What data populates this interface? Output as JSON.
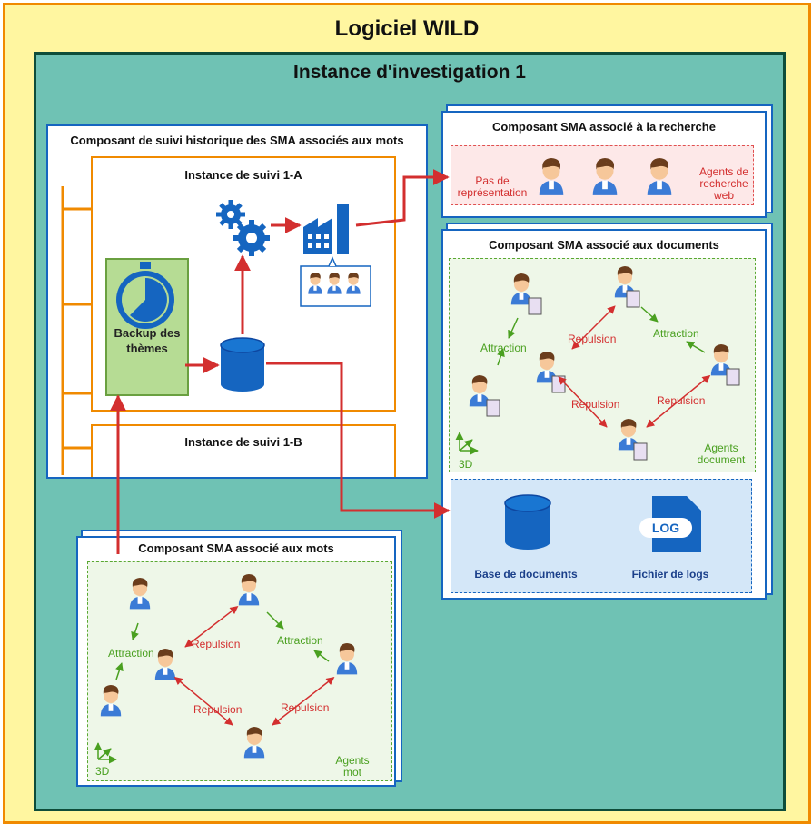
{
  "title": "Logiciel WILD",
  "instance_title": "Instance d'investigation 1",
  "historic": {
    "title": "Composant de suivi historique des SMA associés aux mots",
    "instance_a": "Instance de suivi 1-A",
    "instance_b": "Instance de suivi 1-B",
    "backup": "Backup des thèmes"
  },
  "search": {
    "title": "Composant SMA associé à la recherche",
    "no_repr": "Pas de représentation",
    "agents": "Agents de recherche web"
  },
  "docs": {
    "title": "Composant SMA associé aux documents",
    "attraction": "Attraction",
    "repulsion": "Repulsion",
    "agents": "Agents document",
    "three_d": "3D",
    "db": "Base de documents",
    "logs": "Fichier de logs",
    "log_tag": "LOG"
  },
  "words": {
    "title": "Composant SMA associé aux mots",
    "attraction": "Attraction",
    "repulsion": "Repulsion",
    "agents": "Agents mot",
    "three_d": "3D"
  },
  "colors": {
    "orange": "#f08a00",
    "teal": "#6fc2b4",
    "blue": "#1565c0",
    "red": "#d32f2f",
    "green": "#4aa020"
  }
}
